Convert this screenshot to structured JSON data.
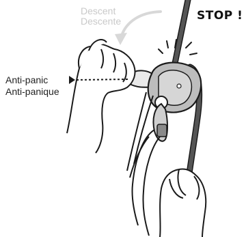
{
  "labels": {
    "descent_en": "Descent",
    "descent_fr": "Descente",
    "antipanic_en": "Anti-panic",
    "antipanic_fr": "Anti-panique",
    "stop": "STOP !"
  },
  "colors": {
    "rope": "#555555",
    "outline": "#1a1a1a",
    "device": "#bdbdbd",
    "arrow": "#d8d8d8"
  },
  "icons": [
    "descent-arrow",
    "rope",
    "belay-device",
    "carabiner",
    "hand",
    "impact-burst",
    "pointer-arrow"
  ]
}
